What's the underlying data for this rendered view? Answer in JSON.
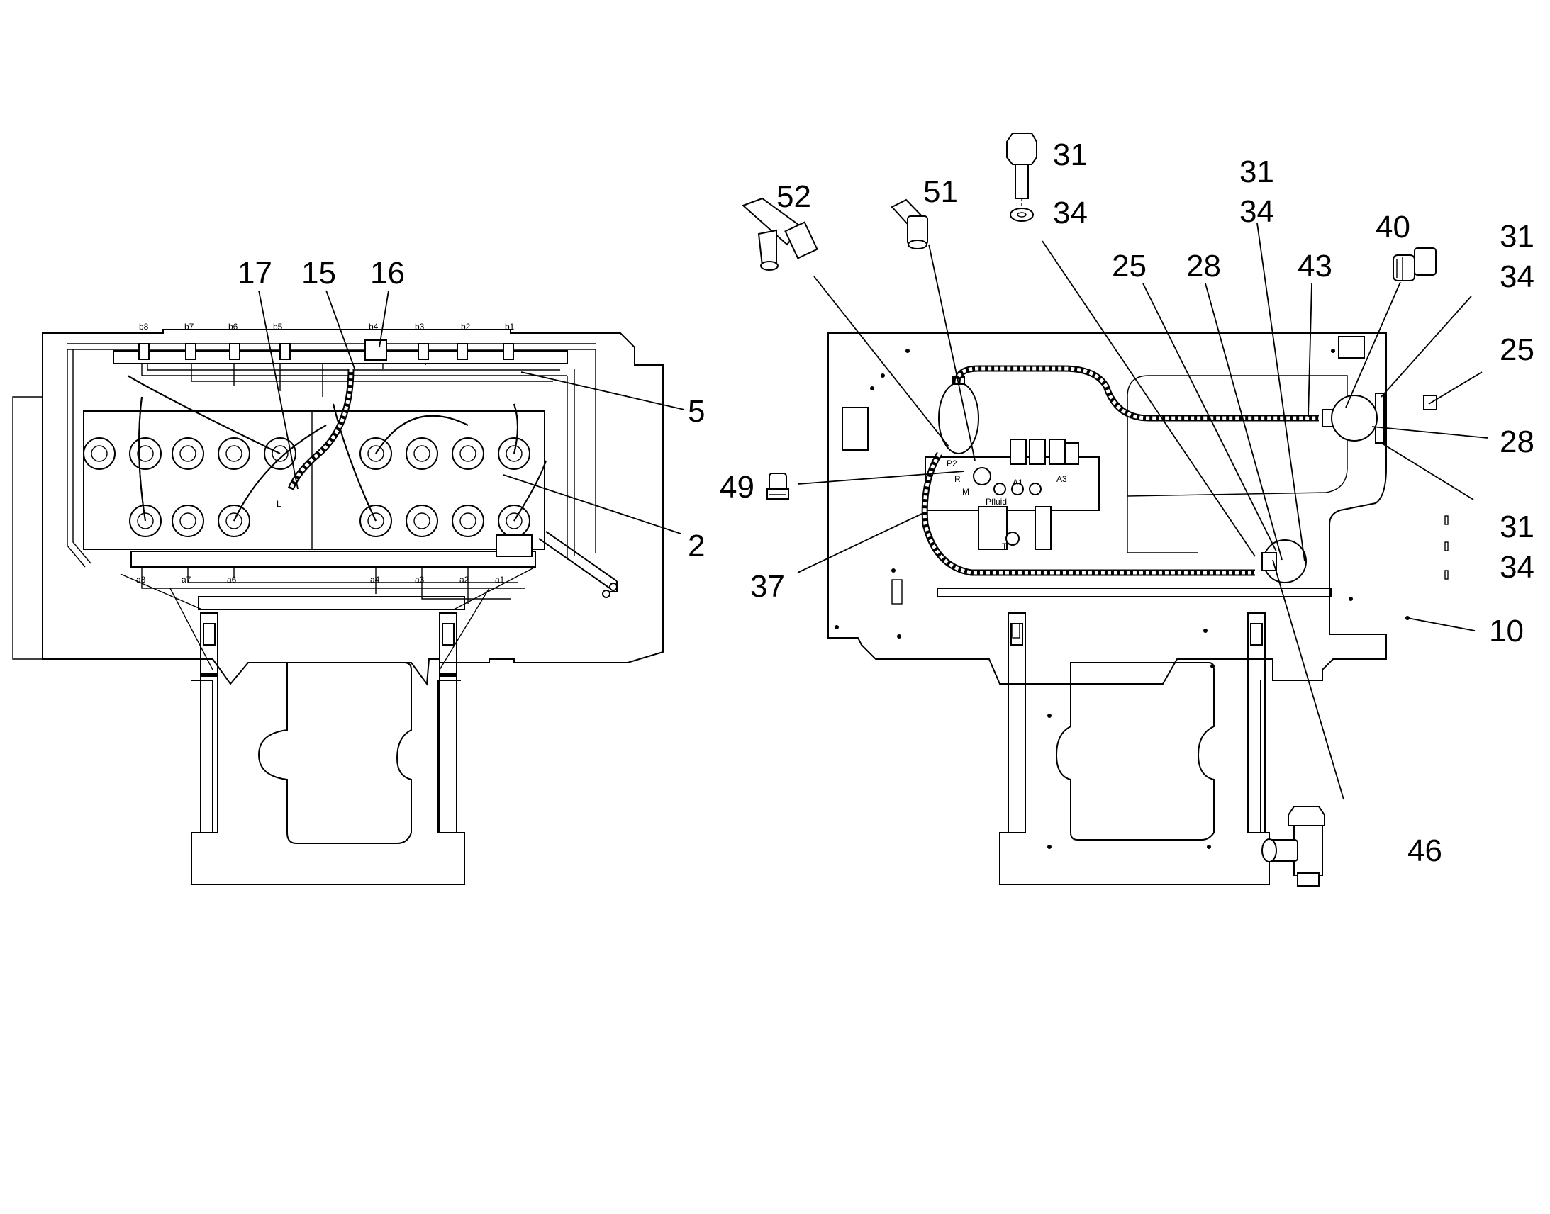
{
  "left_assembly": {
    "callouts": [
      {
        "id": "c17",
        "text": "17"
      },
      {
        "id": "c15",
        "text": "15"
      },
      {
        "id": "c16",
        "text": "16"
      },
      {
        "id": "c5",
        "text": "5"
      },
      {
        "id": "c2",
        "text": "2"
      }
    ],
    "port_labels_top": [
      "b8",
      "b7",
      "b6",
      "b5",
      "b4",
      "b3",
      "b2",
      "b1"
    ],
    "port_labels_bottom": [
      "a8",
      "a7",
      "a6",
      "a4",
      "a3",
      "a2",
      "a1"
    ],
    "small_labels": [
      "L"
    ]
  },
  "right_assembly": {
    "callouts": [
      {
        "id": "c52",
        "text": "52"
      },
      {
        "id": "c51",
        "text": "51"
      },
      {
        "id": "c31a",
        "text": "31"
      },
      {
        "id": "c34a",
        "text": "34"
      },
      {
        "id": "c31b",
        "text": "31"
      },
      {
        "id": "c34b",
        "text": "34"
      },
      {
        "id": "c25a",
        "text": "25"
      },
      {
        "id": "c28a",
        "text": "28"
      },
      {
        "id": "c43",
        "text": "43"
      },
      {
        "id": "c40",
        "text": "40"
      },
      {
        "id": "c31c",
        "text": "31"
      },
      {
        "id": "c34c",
        "text": "34"
      },
      {
        "id": "c25b",
        "text": "25"
      },
      {
        "id": "c28b",
        "text": "28"
      },
      {
        "id": "c31d",
        "text": "31"
      },
      {
        "id": "c34d",
        "text": "34"
      },
      {
        "id": "c10",
        "text": "10"
      },
      {
        "id": "c49",
        "text": "49"
      },
      {
        "id": "c37",
        "text": "37"
      },
      {
        "id": "c46",
        "text": "46"
      }
    ],
    "valve_labels": [
      "P2",
      "A1",
      "A3",
      "Pfluid",
      "T",
      "R",
      "M"
    ]
  }
}
